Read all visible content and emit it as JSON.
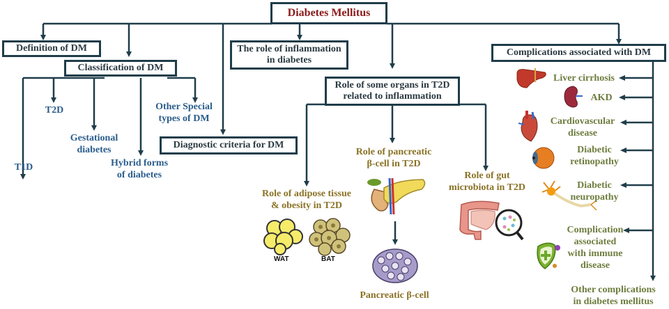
{
  "root": {
    "label": "Diabetes Mellitus"
  },
  "colors": {
    "line": "#1f3d4a",
    "title": "#8b1a1a",
    "classification": "#2b5d8c",
    "organs": "#8a7226",
    "complications": "#6d7d3e"
  },
  "branches": {
    "definition": "Definition  of DM",
    "classification": "Classification  of DM",
    "inflammation": [
      "The role of inflammation",
      "in diabetes"
    ],
    "diagnostic": "Diagnostic  criteria  for DM",
    "organs": [
      "Role of some organs in T2D",
      "related to inflammation"
    ],
    "complications": "Complications  associated with DM"
  },
  "classification_items": {
    "t1d": "T1D",
    "t2d": "T2D",
    "gestational": [
      "Gestational",
      "diabetes"
    ],
    "hybrid": [
      "Hybrid  forms",
      "of diabetes"
    ],
    "other": [
      "Other Special",
      "types of DM"
    ]
  },
  "organ_items": {
    "adipose": [
      "Role of adipose tissue",
      "& obesity in T2D"
    ],
    "wat": "WAT",
    "bat": "BAT",
    "pancreatic": [
      "Role of pancreatic",
      "β-cell in T2D"
    ],
    "pancreatic_cell": "Pancreatic β-cell",
    "gut": [
      "Role of gut",
      "microbiota  in T2D"
    ]
  },
  "complication_items": {
    "liver": "Liver cirrhosis",
    "akd": "AKD",
    "cardio": [
      "Cardiovascular",
      "disease"
    ],
    "retino": [
      "Diabetic",
      "retinopathy"
    ],
    "neuro": [
      "Diabetic",
      "neuropathy"
    ],
    "immune": [
      "Complication",
      "associated",
      "with immune",
      "disease"
    ],
    "other": [
      "Other complications",
      "in diabetes mellitus"
    ]
  },
  "icons": [
    "liver-icon",
    "kidney-icon",
    "heart-icon",
    "eye-icon",
    "neuron-icon",
    "shield-icon",
    "adipose-wat-icon",
    "adipose-bat-icon",
    "pancreas-icon",
    "beta-cell-cluster-icon",
    "intestine-microbiota-icon"
  ]
}
